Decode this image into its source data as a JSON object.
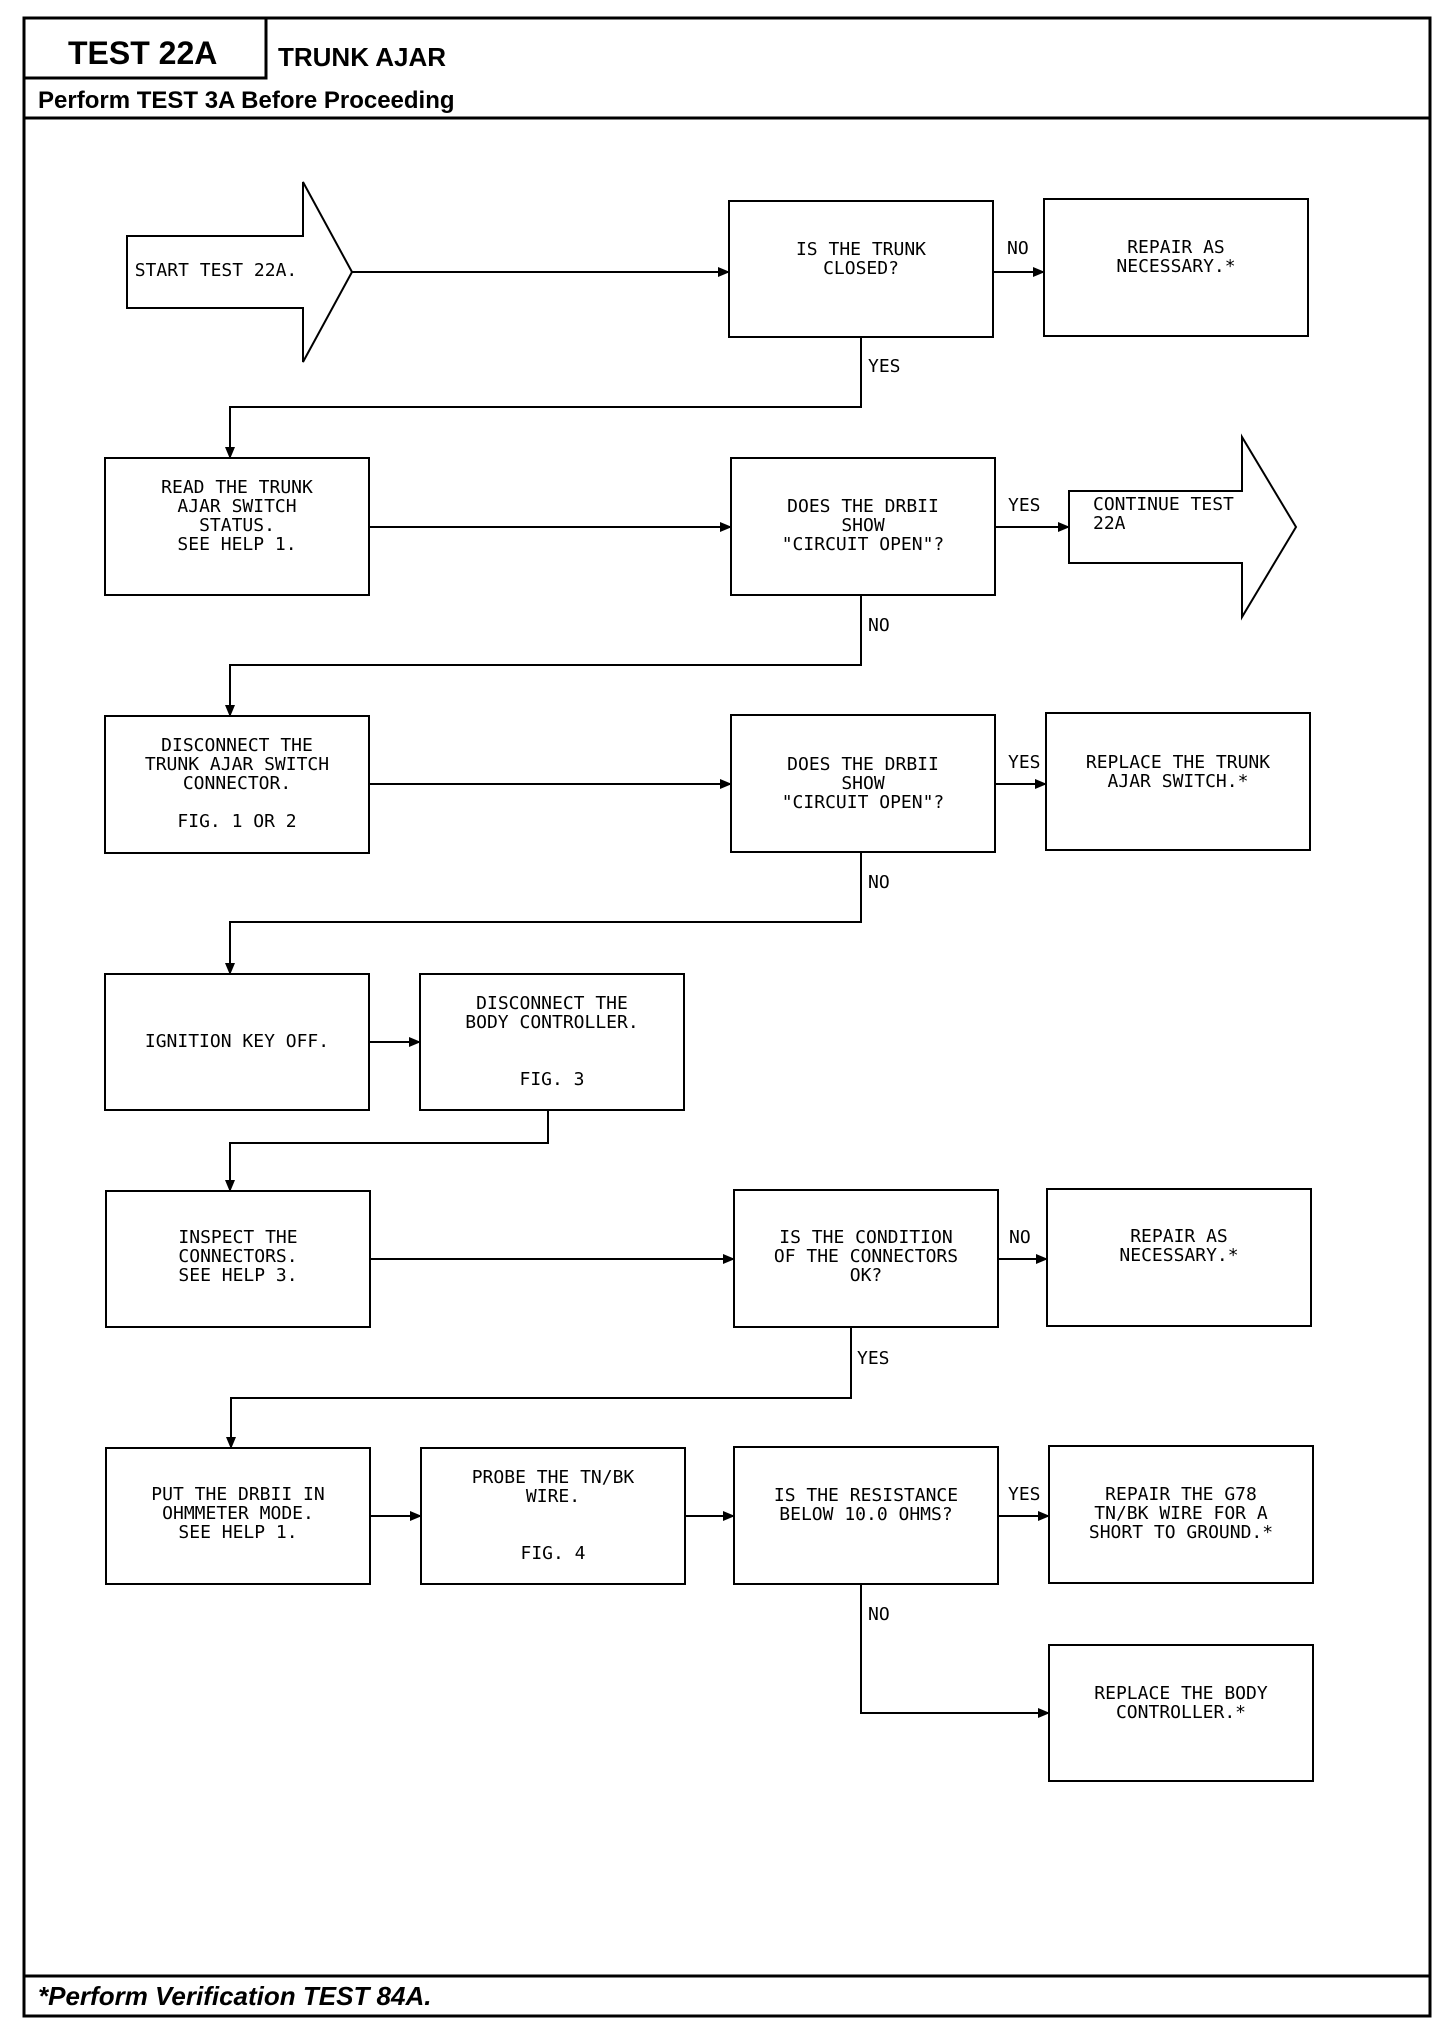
{
  "header": {
    "test_id": "TEST 22A",
    "title": "TRUNK AJAR",
    "prereq": "Perform TEST 3A Before Proceeding"
  },
  "footer": {
    "note": "*Perform Verification TEST 84A."
  },
  "nodes": {
    "start": {
      "shape": "arrow",
      "lines": [
        "START TEST 22A."
      ]
    },
    "q_trunk_closed": {
      "shape": "box",
      "lines": [
        "IS THE TRUNK",
        "CLOSED?"
      ]
    },
    "repair_1": {
      "shape": "box",
      "lines": [
        "REPAIR AS",
        "NECESSARY.*"
      ]
    },
    "read_switch": {
      "shape": "box",
      "lines": [
        "READ THE TRUNK",
        "AJAR SWITCH",
        "STATUS.",
        "SEE HELP 1."
      ]
    },
    "q_circuit_open_1": {
      "shape": "box",
      "lines": [
        "DOES THE DRBII",
        "SHOW",
        "\"CIRCUIT OPEN\"?"
      ]
    },
    "continue": {
      "shape": "arrow",
      "lines": [
        "CONTINUE TEST",
        "22A"
      ]
    },
    "disconnect_switch": {
      "shape": "box",
      "lines": [
        "DISCONNECT THE",
        "TRUNK AJAR SWITCH",
        "CONNECTOR.",
        "",
        "FIG. 1 OR 2"
      ]
    },
    "q_circuit_open_2": {
      "shape": "box",
      "lines": [
        "DOES THE DRBII",
        "SHOW",
        "\"CIRCUIT OPEN\"?"
      ]
    },
    "replace_switch": {
      "shape": "box",
      "lines": [
        "REPLACE THE TRUNK",
        "AJAR SWITCH.*"
      ]
    },
    "ignition_off": {
      "shape": "box",
      "lines": [
        "IGNITION KEY OFF."
      ]
    },
    "disconnect_bc": {
      "shape": "box",
      "lines": [
        "DISCONNECT THE",
        "BODY CONTROLLER.",
        "",
        "",
        "FIG. 3"
      ]
    },
    "inspect": {
      "shape": "box",
      "lines": [
        "INSPECT THE",
        "CONNECTORS.",
        "SEE HELP 3."
      ]
    },
    "q_connectors_ok": {
      "shape": "box",
      "lines": [
        "IS THE CONDITION",
        "OF THE CONNECTORS",
        "OK?"
      ]
    },
    "repair_2": {
      "shape": "box",
      "lines": [
        "REPAIR AS",
        "NECESSARY.*"
      ]
    },
    "ohmmeter": {
      "shape": "box",
      "lines": [
        "PUT THE DRBII IN",
        "OHMMETER MODE.",
        "SEE HELP 1."
      ]
    },
    "probe": {
      "shape": "box",
      "lines": [
        "PROBE THE TN/BK",
        "WIRE.",
        "",
        "",
        "FIG. 4"
      ]
    },
    "q_resistance": {
      "shape": "box",
      "lines": [
        "IS THE RESISTANCE",
        "BELOW 10.0 OHMS?"
      ]
    },
    "repair_g78": {
      "shape": "box",
      "lines": [
        "REPAIR THE G78",
        "TN/BK WIRE FOR A",
        "SHORT TO GROUND.*"
      ]
    },
    "replace_bc": {
      "shape": "box",
      "lines": [
        "REPLACE THE BODY",
        "CONTROLLER.*"
      ]
    }
  },
  "branch_labels": {
    "no_1": "NO",
    "yes_1": "YES",
    "yes_2": "YES",
    "no_2": "NO",
    "yes_3": "YES",
    "no_3": "NO",
    "no_4": "NO",
    "yes_4": "YES",
    "yes_5": "YES",
    "no_5": "NO"
  }
}
